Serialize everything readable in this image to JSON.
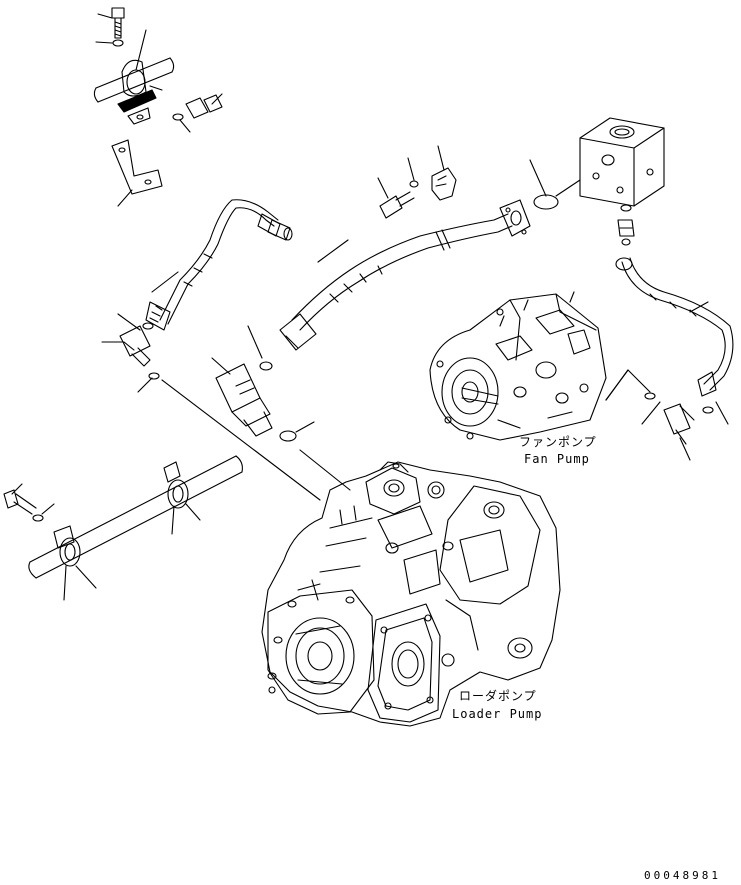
{
  "labels": {
    "fan_pump_jp": "ファンポンプ",
    "fan_pump_en": "Fan Pump",
    "loader_pump_jp": "ローダポンプ",
    "loader_pump_en": "Loader Pump",
    "drawing_code": "00048981"
  },
  "colors": {
    "line": "#000000",
    "background": "#ffffff"
  }
}
